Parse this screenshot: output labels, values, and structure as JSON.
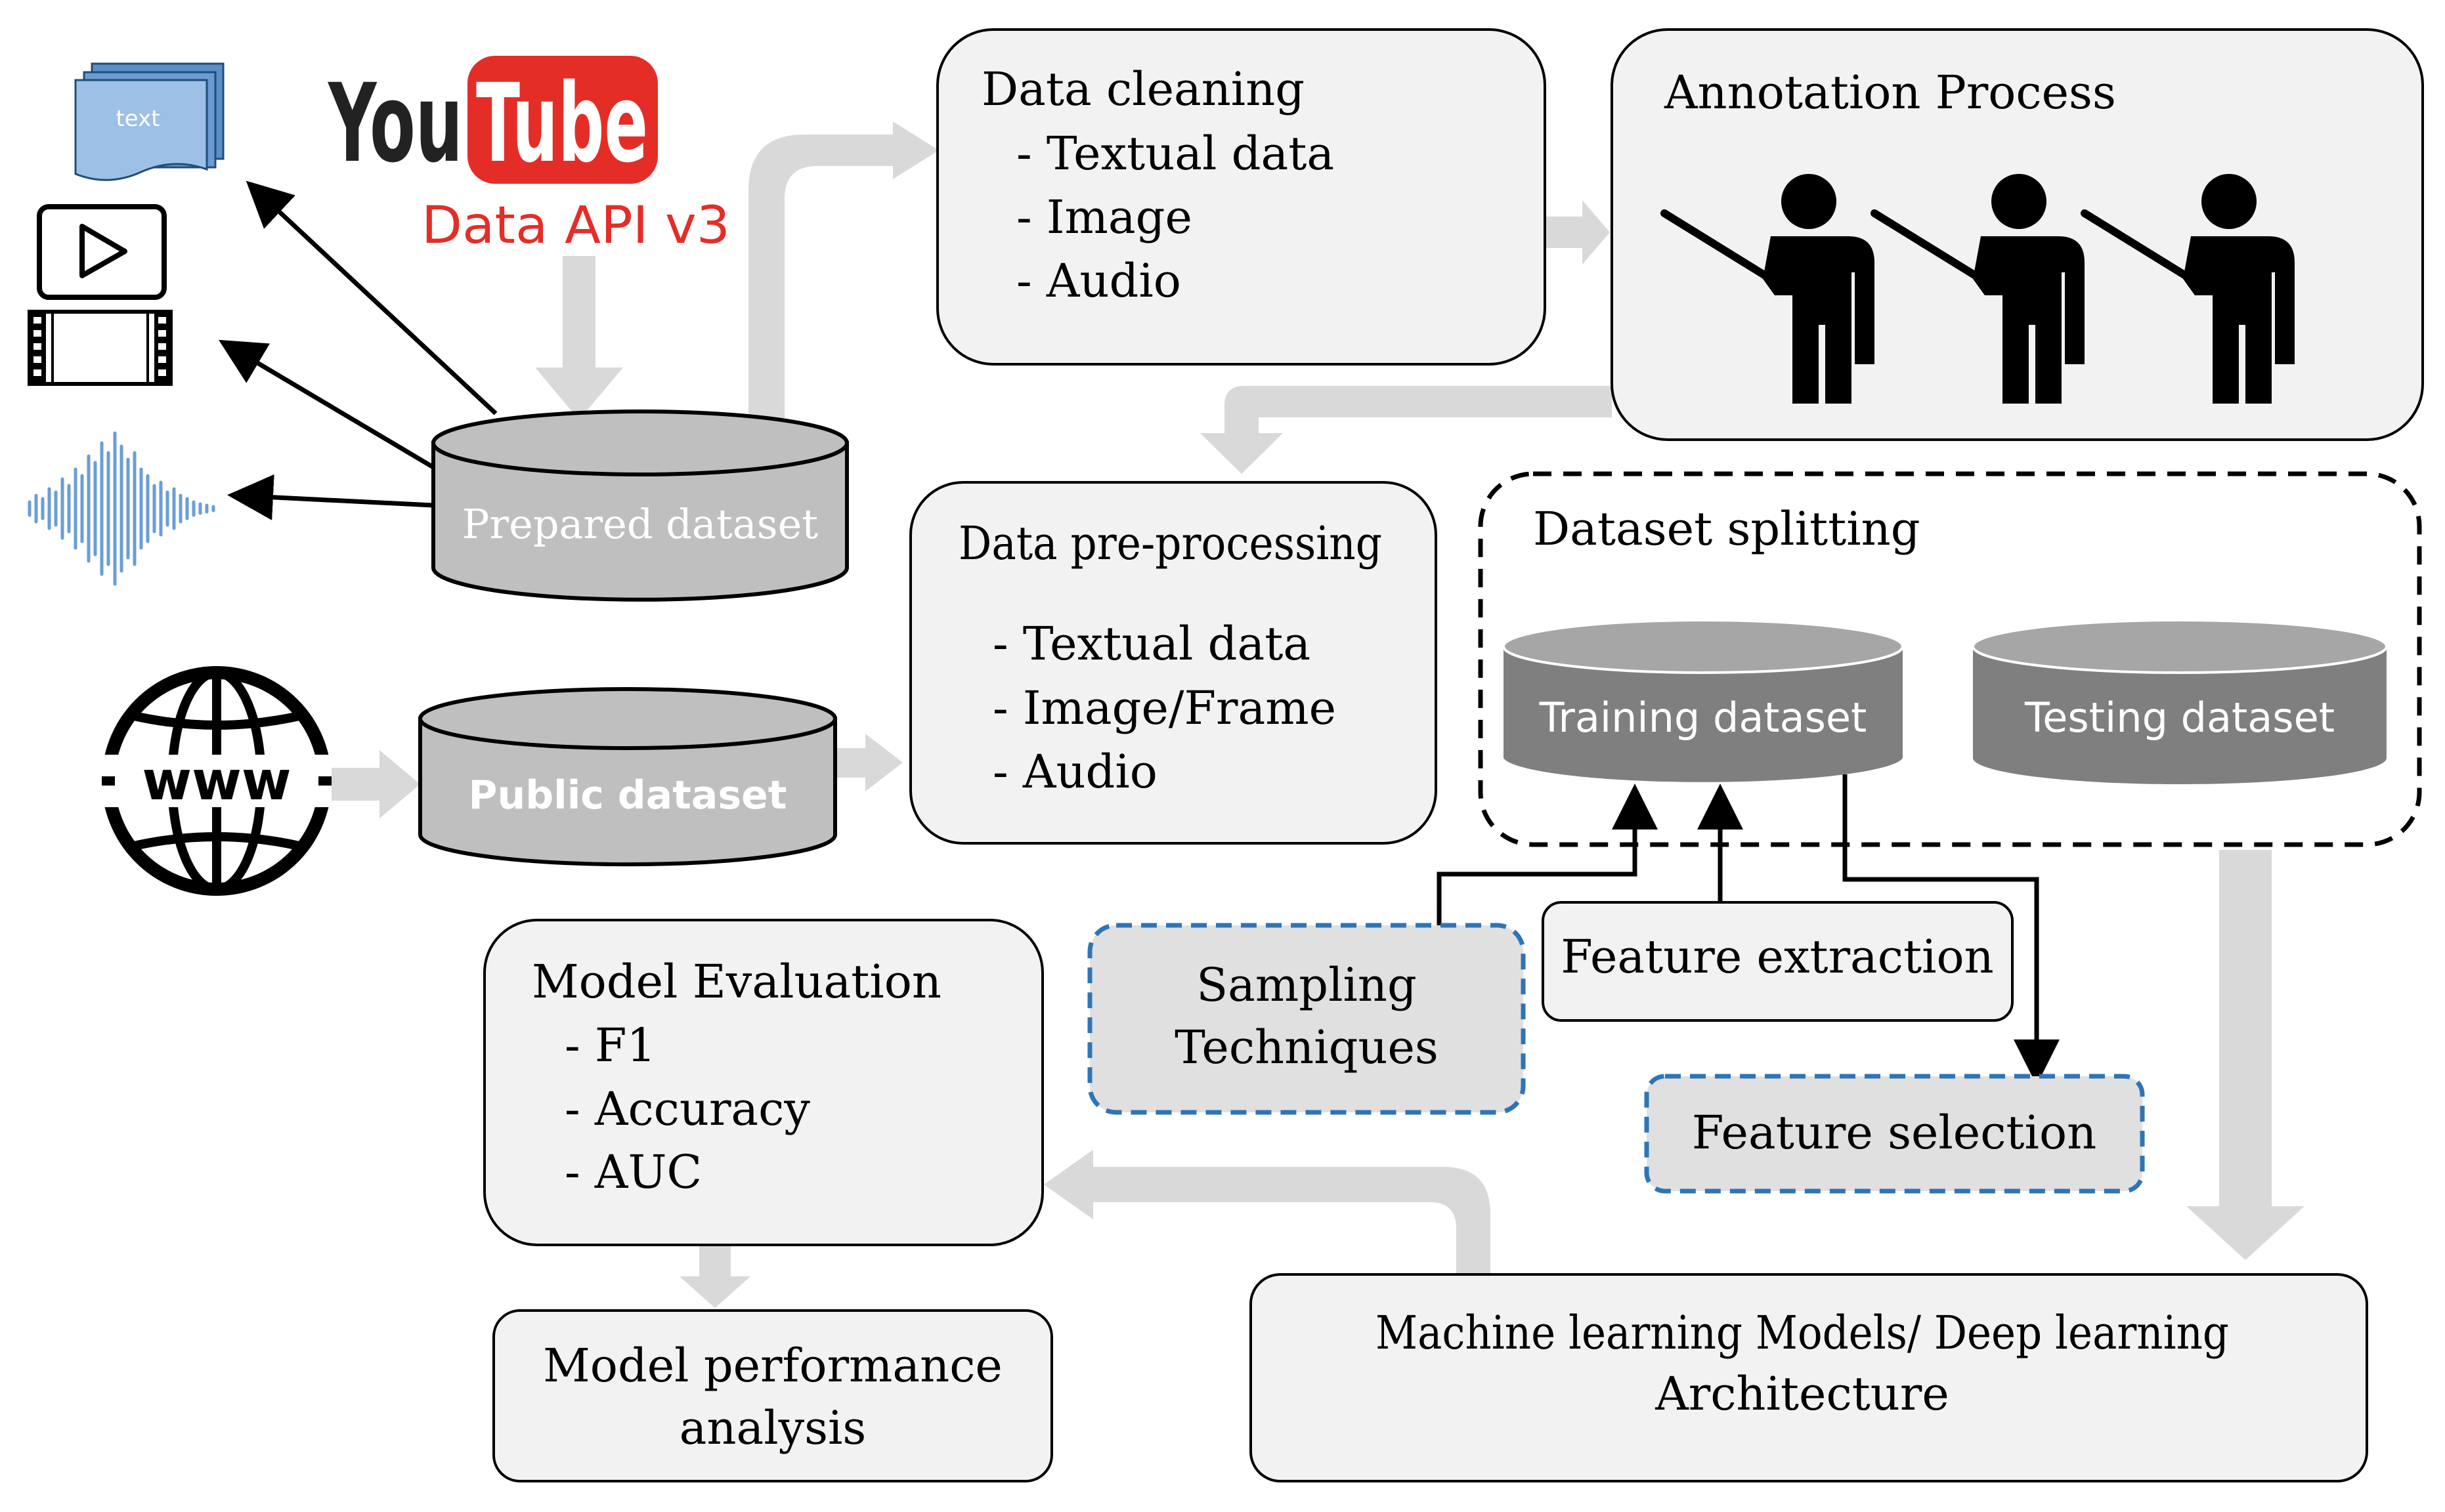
{
  "logo": {
    "you": "You",
    "tube": "Tube",
    "api_label": "Data API v3"
  },
  "icons": {
    "text_icon_label": "text",
    "www_label": "www"
  },
  "datasets": {
    "prepared": "Prepared dataset",
    "public": "Public dataset",
    "training": "Training dataset",
    "testing": "Testing dataset"
  },
  "data_cleaning": {
    "title": "Data cleaning",
    "items": [
      "-  Textual data",
      "-  Image",
      "-  Audio"
    ]
  },
  "annotation": {
    "title": "Annotation Process"
  },
  "preprocessing": {
    "title": "Data pre-processing",
    "items": [
      "-  Textual data",
      "-  Image/Frame",
      "-  Audio"
    ]
  },
  "splitting": {
    "title": "Dataset splitting"
  },
  "sampling": {
    "line1": "Sampling",
    "line2": "Techniques"
  },
  "feature_extraction": "Feature extraction",
  "feature_selection": "Feature selection",
  "evaluation": {
    "title": "Model Evaluation",
    "items": [
      "-  F1",
      "-  Accuracy",
      "-  AUC"
    ]
  },
  "performance": {
    "line1": "Model performance",
    "line2": "analysis"
  },
  "ml_models": {
    "line1": "Machine learning Models/ Deep learning",
    "line2": "Architecture"
  },
  "colors": {
    "youtube_red": "#e52d27",
    "box_fill": "#f2f2f2",
    "cylinder_light": "#bfbfbf",
    "cylinder_dark": "#7f7f7f",
    "arrow_gray": "#d9d9d9",
    "dashed_blue": "#2e75b6",
    "waveform_blue": "#6a9ed6",
    "text_icon_blue": "#5b8fc7"
  }
}
